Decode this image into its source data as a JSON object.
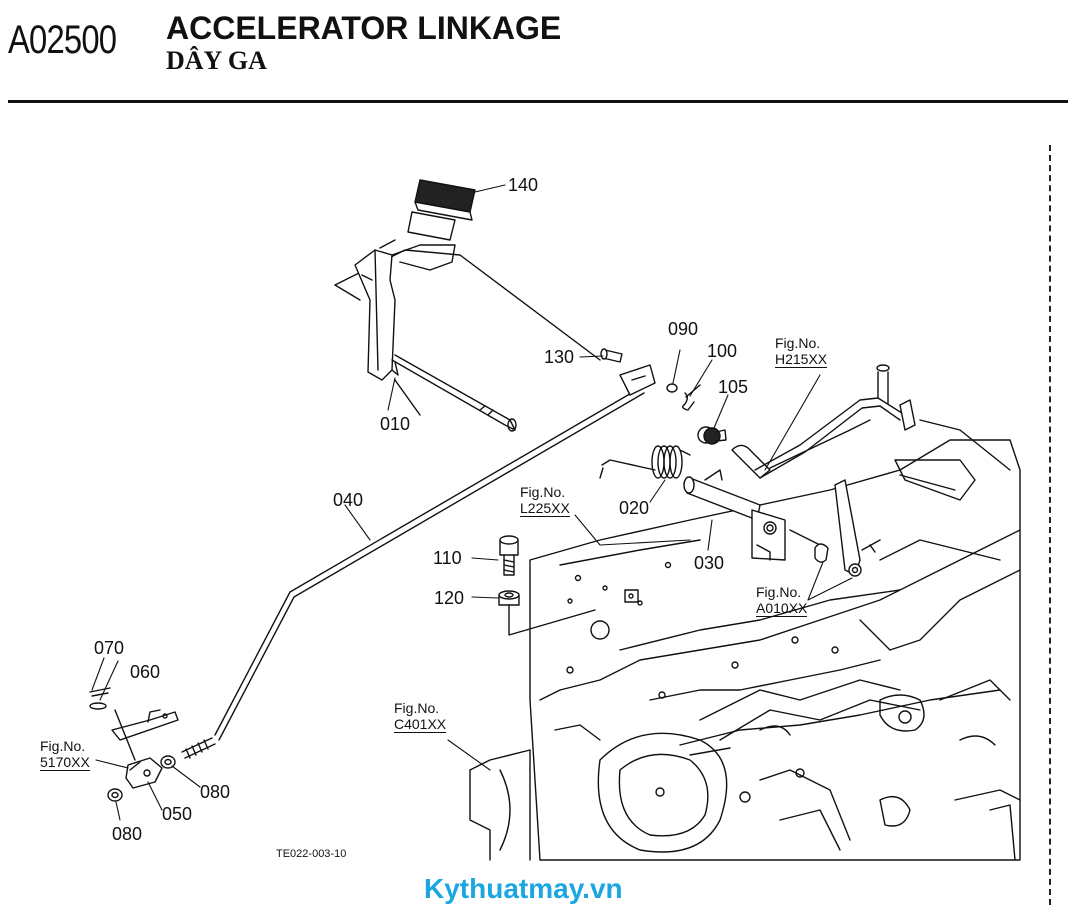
{
  "header": {
    "code": "A02500",
    "title": "ACCELERATOR LINKAGE",
    "subtitle": "DÂY GA"
  },
  "parts": {
    "p010": "010",
    "p020": "020",
    "p030": "030",
    "p040": "040",
    "p050": "050",
    "p060": "060",
    "p070": "070",
    "p080a": "080",
    "p080b": "080",
    "p090": "090",
    "p100": "100",
    "p105": "105",
    "p110": "110",
    "p120": "120",
    "p130": "130",
    "p140": "140"
  },
  "fig_refs": {
    "h215": {
      "label": "Fig.No.",
      "code": "H215XX"
    },
    "l225": {
      "label": "Fig.No.",
      "code": "L225XX"
    },
    "a010": {
      "label": "Fig.No.",
      "code": "A010XX"
    },
    "c401": {
      "label": "Fig.No.",
      "code": "C401XX"
    },
    "s170": {
      "label": "Fig.No.",
      "code": "5170XX"
    }
  },
  "drawing_code": "TE022-003-10",
  "watermark": "Kythuatmay.vn"
}
